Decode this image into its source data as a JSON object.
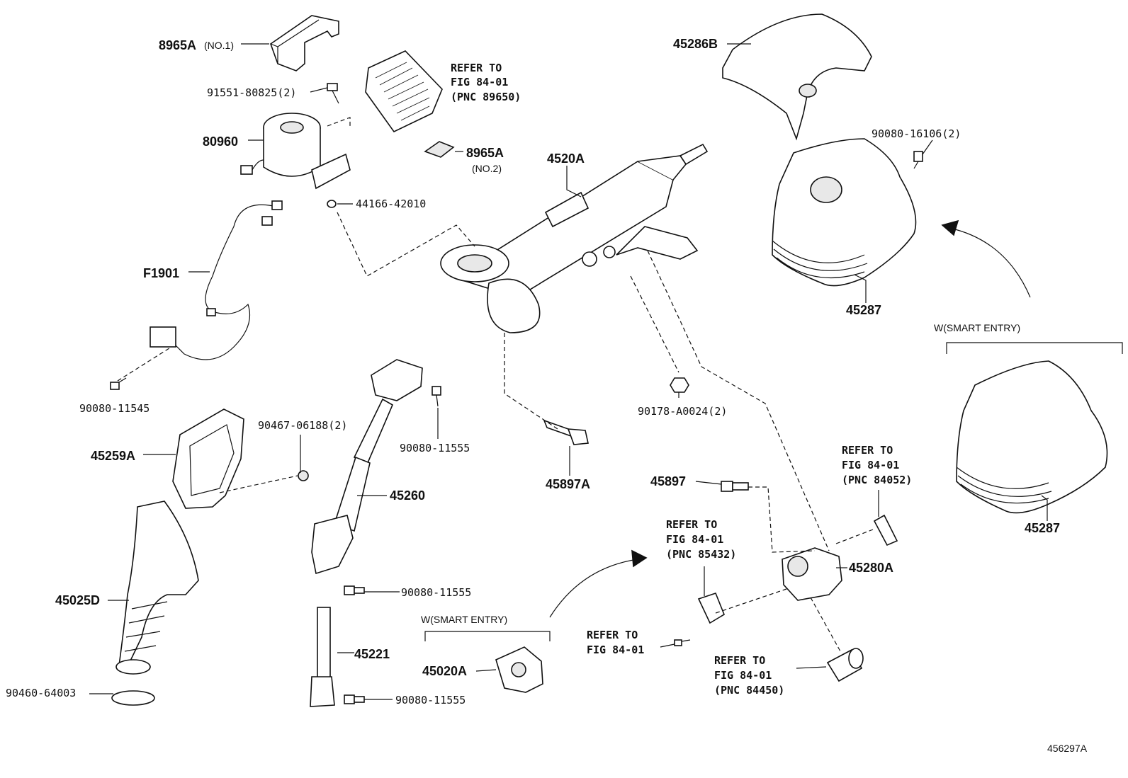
{
  "diagram_id": "456297A",
  "labels": {
    "p8965a_no1": "8965A",
    "p8965a_no1_note": "(NO.1)",
    "p91551": "91551-80825(2)",
    "p80960": "80960",
    "p44166": "44166-42010",
    "pf1901": "F1901",
    "p90080_11545": "90080-11545",
    "p8965a_no2": "8965A",
    "p8965a_no2_note": "(NO.2)",
    "p4520a": "4520A",
    "p45286b": "45286B",
    "p90080_16106": "90080-16106(2)",
    "p45287_a": "45287",
    "p45287_b": "45287",
    "p90467": "90467-06188(2)",
    "p45259a": "45259A",
    "p90080_11555_a": "90080-11555",
    "p45260": "45260",
    "p90080_11555_b": "90080-11555",
    "p45025d": "45025D",
    "p45221": "45221",
    "p90460": "90460-64003",
    "p90080_11555_c": "90080-11555",
    "p45897a": "45897A",
    "p90178": "90178-A0024(2)",
    "p45897": "45897",
    "p45280a": "45280A",
    "p45020a": "45020A"
  },
  "refs": {
    "r89650": [
      "REFER TO",
      "FIG 84-01",
      "(PNC 89650)"
    ],
    "r84052": [
      "REFER TO",
      "FIG 84-01",
      "(PNC 84052)"
    ],
    "r85432": [
      "REFER TO",
      "FIG 84-01",
      "(PNC 85432)"
    ],
    "r_fig": [
      "REFER TO",
      "FIG 84-01"
    ],
    "r84450": [
      "REFER TO",
      "FIG 84-01",
      "(PNC 84450)"
    ]
  },
  "groups": {
    "smart_entry_right": "W(SMART ENTRY)",
    "smart_entry_bottom": "W(SMART ENTRY)"
  }
}
